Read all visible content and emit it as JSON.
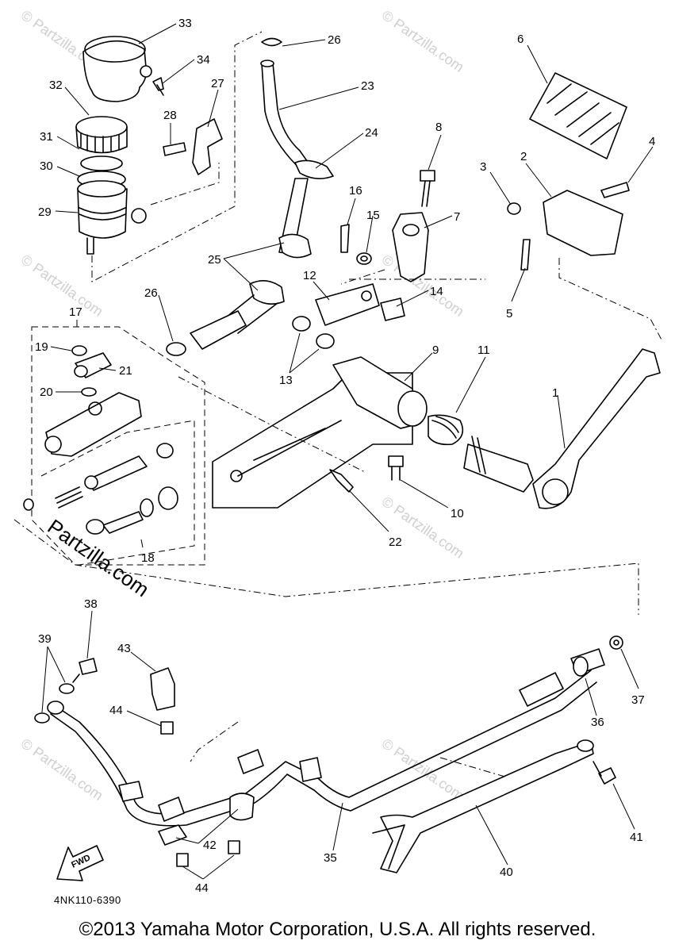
{
  "diagram": {
    "callouts": [
      "1",
      "2",
      "3",
      "4",
      "5",
      "6",
      "7",
      "8",
      "9",
      "10",
      "11",
      "12",
      "13",
      "14",
      "15",
      "16",
      "17",
      "18",
      "19",
      "20",
      "21",
      "22",
      "23",
      "24",
      "25",
      "26",
      "27",
      "28",
      "29",
      "30",
      "31",
      "32",
      "33",
      "34",
      "35",
      "36",
      "37",
      "38",
      "39",
      "40",
      "41",
      "42",
      "43",
      "44"
    ],
    "arrow_label": "FWD",
    "diagram_code": "4NK110-6390",
    "watermark": "© Partzilla.com",
    "watermark_large": "Partzilla.com"
  },
  "footer": {
    "copyright": "©2013  Yamaha Motor Corporation, U.S.A. All rights reserved."
  }
}
